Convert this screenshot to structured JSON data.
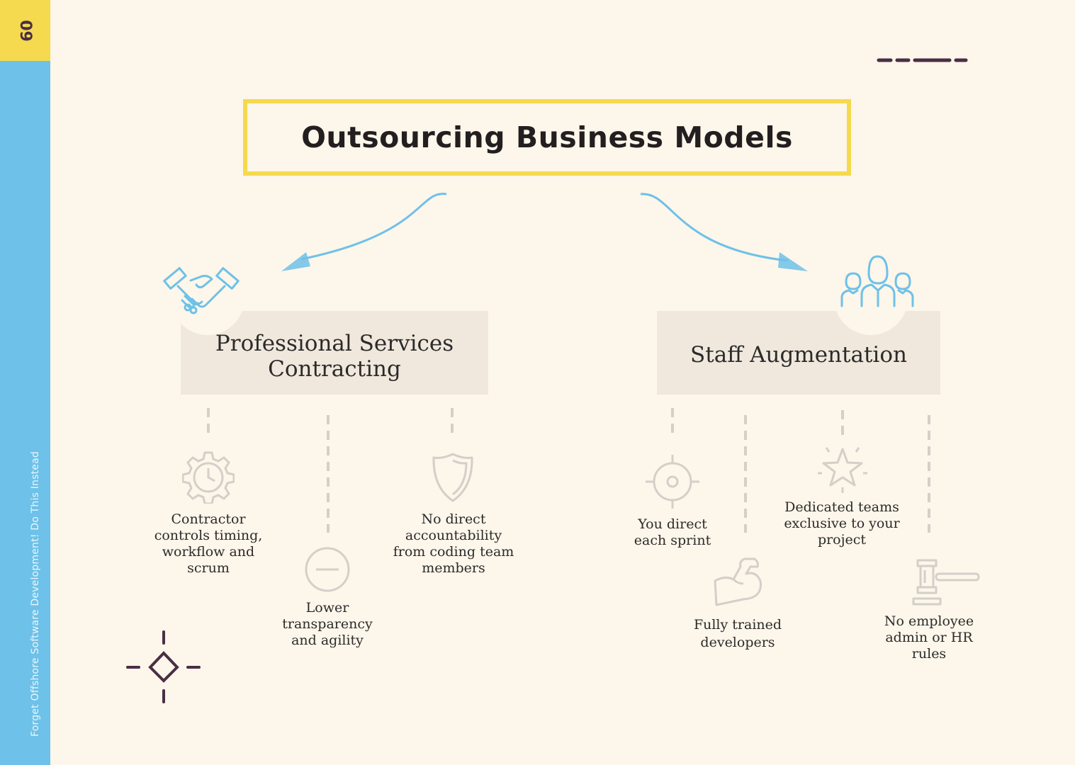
{
  "page_number": "09",
  "side_caption": "Forget Offshore Software Development! Do This Instead",
  "title": "Outsourcing Business Models",
  "colors": {
    "sidebar": "#6ec1e8",
    "accent_yellow": "#f5d94e",
    "arrow_blue": "#6ec1e8",
    "icon_gray": "#d3cfc9",
    "decor_purple": "#4a2e44",
    "box_fill": "#f0e8dd",
    "background": "#fdf6ea"
  },
  "models": [
    {
      "label_lines": [
        "Professional Services",
        "Contracting"
      ],
      "icon": "handshake-icon",
      "features": [
        {
          "lines": [
            "Contractor",
            "controls timing,",
            "workflow and",
            "scrum"
          ],
          "icon": "gear-clock-icon"
        },
        {
          "lines": [
            "Lower",
            "transparency",
            "and agility"
          ],
          "icon": "minus-circle-icon"
        },
        {
          "lines": [
            "No direct",
            "accountability",
            "from coding team",
            "members"
          ],
          "icon": "shield-icon"
        }
      ]
    },
    {
      "label_lines": [
        "Staff Augmentation"
      ],
      "icon": "team-icon",
      "features": [
        {
          "lines": [
            "You direct",
            "each sprint"
          ],
          "icon": "target-icon"
        },
        {
          "lines": [
            "Fully trained",
            "developers"
          ],
          "icon": "muscle-arm-icon"
        },
        {
          "lines": [
            "Dedicated teams",
            "exclusive to your",
            "project"
          ],
          "icon": "star-icon"
        },
        {
          "lines": [
            "No employee",
            "admin or HR",
            "rules"
          ],
          "icon": "gavel-icon"
        }
      ]
    }
  ]
}
